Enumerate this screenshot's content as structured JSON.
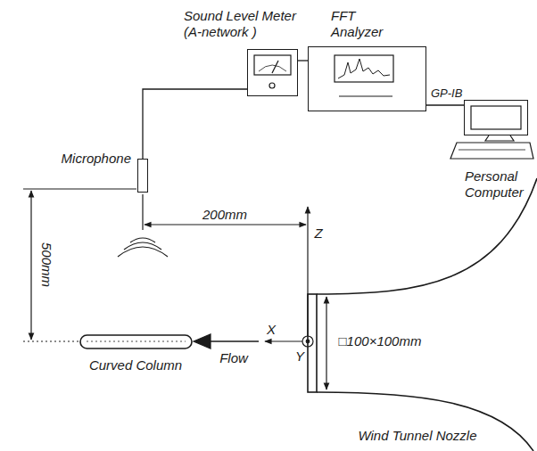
{
  "diagram": {
    "nodes": [
      {
        "text": [
          "Sound Level Meter (A-network )"
        ]
      },
      {
        "text": [
          "FFT Analyzer"
        ]
      },
      {
        "text": [
          "Personal Computer"
        ]
      },
      {
        "text": [
          "Microphone"
        ]
      }
    ],
    "edges": [
      {
        "from": 3,
        "to": 0,
        "arrow": "none"
      },
      {
        "from": 0,
        "to": 1,
        "arrow": "none"
      },
      {
        "from": 1,
        "to": 2,
        "label": "GP-IB",
        "arrow": "none"
      }
    ],
    "labels": [
      "200mm",
      "500mm",
      "Z",
      "X",
      "Y",
      "Flow",
      "□100×100mm",
      "Curved Column",
      "Wind Tunnel Nozzle"
    ]
  }
}
